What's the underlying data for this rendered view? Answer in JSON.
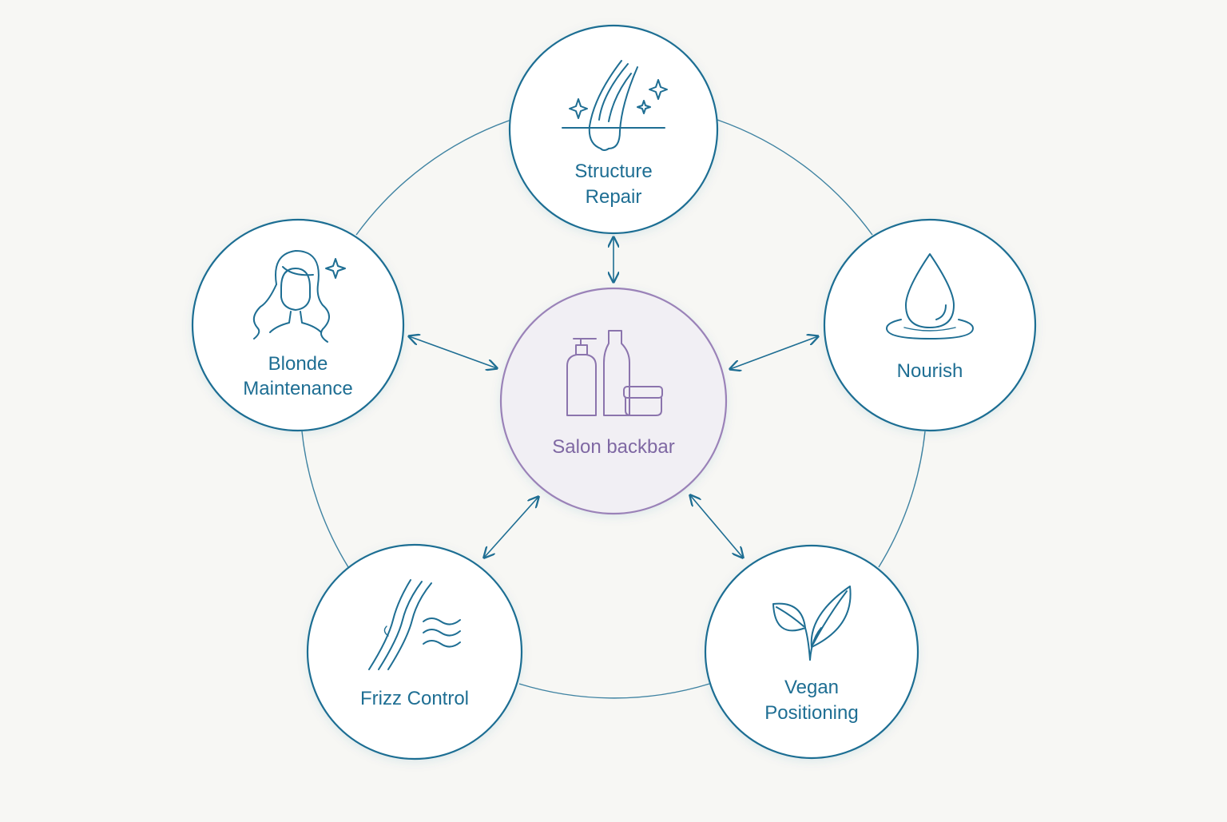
{
  "colors": {
    "background": "#f7f7f4",
    "primary": "#1e6e93",
    "center_stroke": "#9a82b8",
    "center_text": "#7f68a3",
    "center_fill": "#f1eff4",
    "node_fill": "#ffffff"
  },
  "center": {
    "label": "Salon backbar",
    "icon": "product-bottles-icon"
  },
  "nodes": [
    {
      "id": "structure-repair",
      "lines": [
        "Structure",
        "Repair"
      ],
      "icon": "hair-strand-sparkle-icon"
    },
    {
      "id": "nourish",
      "lines": [
        "Nourish"
      ],
      "icon": "water-drop-icon"
    },
    {
      "id": "vegan-positioning",
      "lines": [
        "Vegan",
        "Positioning"
      ],
      "icon": "leaves-icon"
    },
    {
      "id": "frizz-control",
      "lines": [
        "Frizz Control"
      ],
      "icon": "hair-waves-icon"
    },
    {
      "id": "blonde-maintenance",
      "lines": [
        "Blonde",
        "Maintenance"
      ],
      "icon": "woman-hair-sparkle-icon"
    }
  ]
}
